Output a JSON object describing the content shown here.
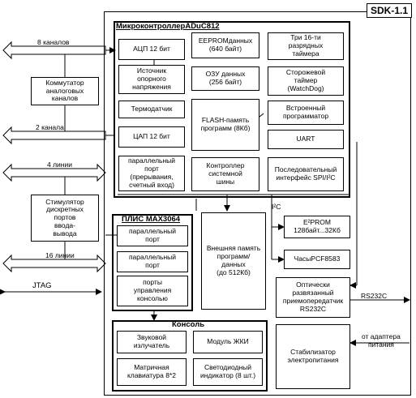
{
  "board_title": "SDK-1.1",
  "mcu": {
    "title": "МикроконтроллерADuC812",
    "adc": "АЦП 12 бит",
    "vref": "Источник\nопорного\nнапряжения",
    "thermo": "Термодатчик",
    "dac": "ЦАП 12 бит",
    "port": "параллельный\nпорт\n(прерывания,\nсчетный вход)",
    "eeprom": "EEPROMданных\n(640 байт)",
    "ram": "ОЗУ данных\n(256 байт)",
    "flash": "FLASH-память\nпрограмм   (8Кб)",
    "bus_ctrl": "Контроллер\nсистемной\nшины",
    "timers": "Три 16-ти\nразрядных\nтаймера",
    "watchdog": "Сторожевой\nтаймер\n(WatchDog)",
    "programmer": "Встроенный\nпрограмматор",
    "uart": "UART",
    "serial": "Последовательный\nинтерфейс SPI/I²C"
  },
  "mux": "Коммутатор\nаналоговых\nканалов",
  "stimulator": "Стимулятор\nдискретных\nпортов\nввода-\nвывода",
  "pld": {
    "title": "ПЛИС  MAX3064",
    "port1": "параллельный\nпорт",
    "port2": "параллельный\nпорт",
    "console_ports": "порты\nуправления\nконсолью"
  },
  "ext_mem": "Внешняя память\nпрограмм/\nданных\n(до 512Кб)",
  "i2c_label": "I²C",
  "eeprom_ext": "E²PROM\n128байт...32Кб",
  "rtc": "ЧасыPCF8583",
  "rs232_transceiver": "Оптически\nразвязанный\nприемопередатчик\nRS232C",
  "stabilizer": "Стабилизатор\nэлектропитания",
  "console": {
    "title": "Консоль",
    "buzzer": "Звуковой\nизлучатель",
    "lcd": "Модуль ЖКИ",
    "keyboard": "Матричная\nклавиатура 8*2",
    "leds": "Светодиодный\nиндикатор  (8 шт.)"
  },
  "ext_labels": {
    "ch8": "8 каналов",
    "ch2": "2 канала",
    "lines4": "4 линии",
    "lines16": "16 линии",
    "jtag": "JTAG",
    "rs232c": "RS232C",
    "adapter": "от адаптера\nпитания"
  }
}
